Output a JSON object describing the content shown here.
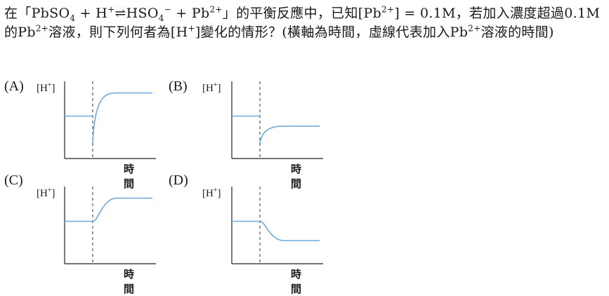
{
  "question": {
    "pre": "在「PbSO",
    "s1": "4",
    "t1": " + H",
    "p1": "+",
    "t2": "⇌HSO",
    "s2": "4",
    "p2": "−",
    "t3": " + Pb",
    "p3": "2+",
    "t4": "」的平衡反應中，已知[Pb",
    "p4": "2+",
    "t5": "] = 0.1M，若加入濃度超過0.1M的Pb",
    "p5": "2+",
    "t6": "溶液，則下列何者為[H",
    "p6": "+",
    "t7": "]變化的情形？(橫軸為時間，虛線代表加入Pb",
    "p7": "2+",
    "t8": "溶液的時間)"
  },
  "y_label_base": "[H",
  "y_label_sup": "+",
  "y_label_end": "]",
  "x_label": "時間",
  "colors": {
    "curve": "#6fa8dc",
    "axis": "#222222",
    "dash": "#555555"
  },
  "chart_data": [
    {
      "type": "line",
      "option": "(A)",
      "before": 0.55,
      "jump": 0.2,
      "after": 0.85,
      "shape": "drop-then-rise"
    },
    {
      "type": "line",
      "option": "(B)",
      "before": 0.55,
      "jump": 0.2,
      "after": 0.42,
      "shape": "drop-then-rise"
    },
    {
      "type": "line",
      "option": "(C)",
      "before": 0.55,
      "jump": 0.55,
      "after": 0.85,
      "shape": "rise"
    },
    {
      "type": "line",
      "option": "(D)",
      "before": 0.55,
      "jump": 0.55,
      "after": 0.3,
      "shape": "fall"
    }
  ]
}
